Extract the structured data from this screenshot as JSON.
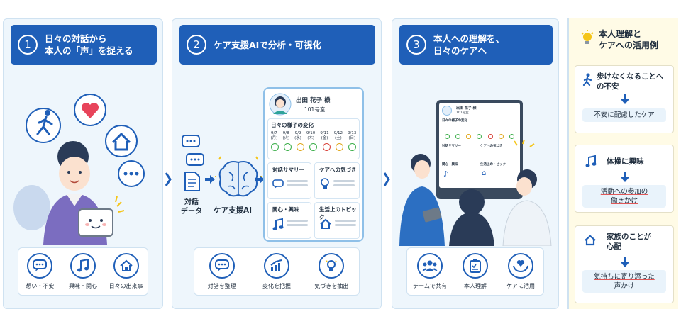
{
  "step1": {
    "number": "1",
    "title_line1": "日々の対話から",
    "title_line2": "本人の「声」を捉える",
    "items": [
      {
        "label": "想い・不安",
        "icon": "speech-bubble-icon"
      },
      {
        "label": "興味・関心",
        "icon": "music-note-icon"
      },
      {
        "label": "日々の出来事",
        "icon": "house-icon"
      }
    ]
  },
  "step2": {
    "number": "2",
    "title": "ケア支援AIで分析・可視化",
    "input_label_line1": "対話",
    "input_label_line2": "データ",
    "ai_label": "ケア支援AI",
    "items": [
      {
        "label": "対話を整理",
        "icon": "speech-bubble-icon"
      },
      {
        "label": "変化を把握",
        "icon": "chart-up-icon"
      },
      {
        "label": "気づきを抽出",
        "icon": "lightbulb-icon"
      }
    ],
    "profile": {
      "name": "出田 花子 様",
      "room": "101号室",
      "section_title": "日々の様子の変化",
      "dates": [
        {
          "d": "9/7",
          "w": "(月)"
        },
        {
          "d": "9/8",
          "w": "(火)"
        },
        {
          "d": "9/9",
          "w": "(水)"
        },
        {
          "d": "9/10",
          "w": "(木)"
        },
        {
          "d": "9/11",
          "w": "(金)"
        },
        {
          "d": "9/12",
          "w": "(土)"
        },
        {
          "d": "9/13",
          "w": "(日)"
        }
      ],
      "mood_colors": [
        "#3cae4a",
        "#3cae4a",
        "#e0a81c",
        "#3cae4a",
        "#d9443c",
        "#e0a81c",
        "#3cae4a"
      ],
      "box1": "対話サマリー",
      "box2": "ケアへの気づき",
      "box3": "関心・興味",
      "box4": "生活上のトピック"
    }
  },
  "step3": {
    "number": "3",
    "title_line1": "本人への理解を、",
    "title_line2": "日々のケアへ",
    "screen": {
      "name": "出田 花子 様",
      "room": "101号室",
      "section": "日々の様子の変化",
      "box1": "対話サマリー",
      "box2": "ケアへの気づき",
      "box3": "関心・興味",
      "box4": "生活上のトピック"
    },
    "items": [
      {
        "label": "チームで共有",
        "icon": "team-icon"
      },
      {
        "label": "本人理解",
        "icon": "clipboard-icon"
      },
      {
        "label": "ケアに活用",
        "icon": "heart-hands-icon"
      }
    ]
  },
  "examples": {
    "title_line1": "本人理解と",
    "title_line2": "ケアへの活用例",
    "cases": [
      {
        "icon": "walking-person-icon",
        "title_line1": "歩けなくなることへ",
        "title_line2": "の不安",
        "result_line1": "不安に配慮したケア",
        "result_line2": ""
      },
      {
        "icon": "music-note-icon",
        "title_line1": "体操に興味",
        "title_line2": "",
        "result_line1": "活動への参加の",
        "result_line2": "働きかけ"
      },
      {
        "icon": "house-icon",
        "title_line1": "家族のことが",
        "title_line2": "心配",
        "result_line1": "気持ちに寄り添った",
        "result_line2": "声かけ"
      }
    ]
  },
  "colors": {
    "primary": "#1f5fb8",
    "panel_bg": "#eef6fc",
    "accent_yellow": "#f5c518",
    "side_bg": "#fffbe6"
  }
}
